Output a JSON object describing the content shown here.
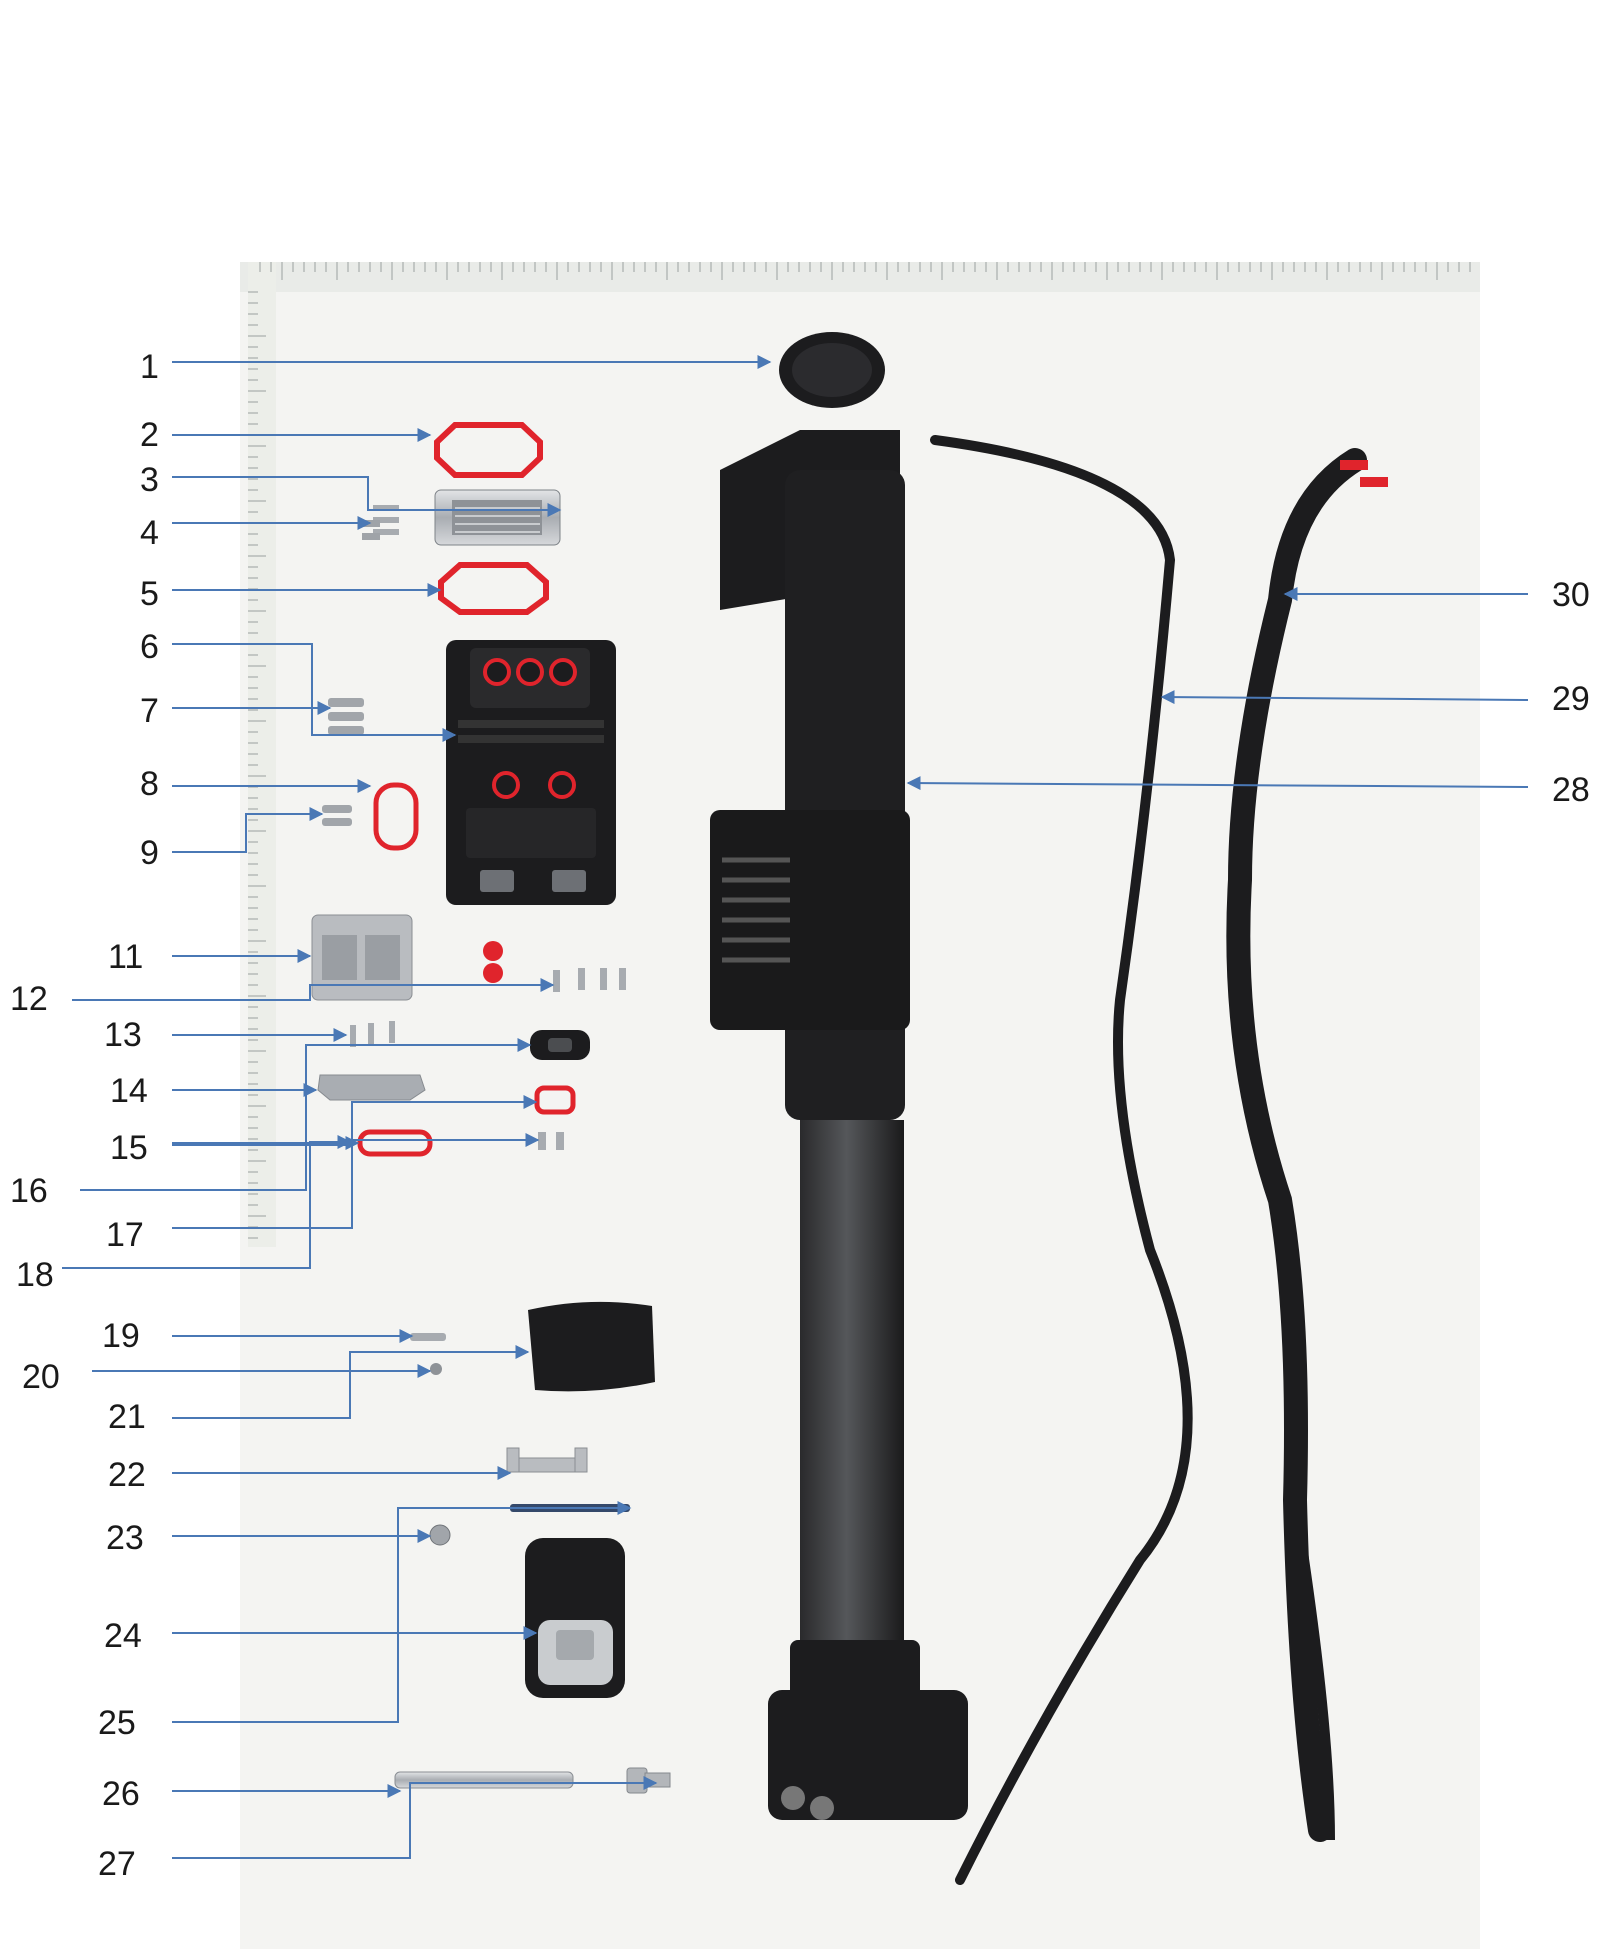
{
  "callouts": [
    {
      "id": "1",
      "label": "1"
    },
    {
      "id": "2",
      "label": "2"
    },
    {
      "id": "3",
      "label": "3"
    },
    {
      "id": "4",
      "label": "4"
    },
    {
      "id": "5",
      "label": "5"
    },
    {
      "id": "6",
      "label": "6"
    },
    {
      "id": "7",
      "label": "7"
    },
    {
      "id": "8",
      "label": "8"
    },
    {
      "id": "9",
      "label": "9"
    },
    {
      "id": "11",
      "label": "11"
    },
    {
      "id": "12",
      "label": "12"
    },
    {
      "id": "13",
      "label": "13"
    },
    {
      "id": "14",
      "label": "14"
    },
    {
      "id": "15",
      "label": "15"
    },
    {
      "id": "16",
      "label": "16"
    },
    {
      "id": "17",
      "label": "17"
    },
    {
      "id": "18",
      "label": "18"
    },
    {
      "id": "19",
      "label": "19"
    },
    {
      "id": "20",
      "label": "20"
    },
    {
      "id": "21",
      "label": "21"
    },
    {
      "id": "22",
      "label": "22"
    },
    {
      "id": "23",
      "label": "23"
    },
    {
      "id": "24",
      "label": "24"
    },
    {
      "id": "25",
      "label": "25"
    },
    {
      "id": "26",
      "label": "26"
    },
    {
      "id": "27",
      "label": "27"
    },
    {
      "id": "28",
      "label": "28"
    },
    {
      "id": "29",
      "label": "29"
    },
    {
      "id": "30",
      "label": "30"
    }
  ],
  "colors": {
    "leader_line": "#4a78b5",
    "seal_red": "#e0242c",
    "part_black": "#1c1c1e",
    "metal": "#b9bcc0",
    "background_board": "#f4f4f2",
    "ruler": "#e9ebe8"
  }
}
